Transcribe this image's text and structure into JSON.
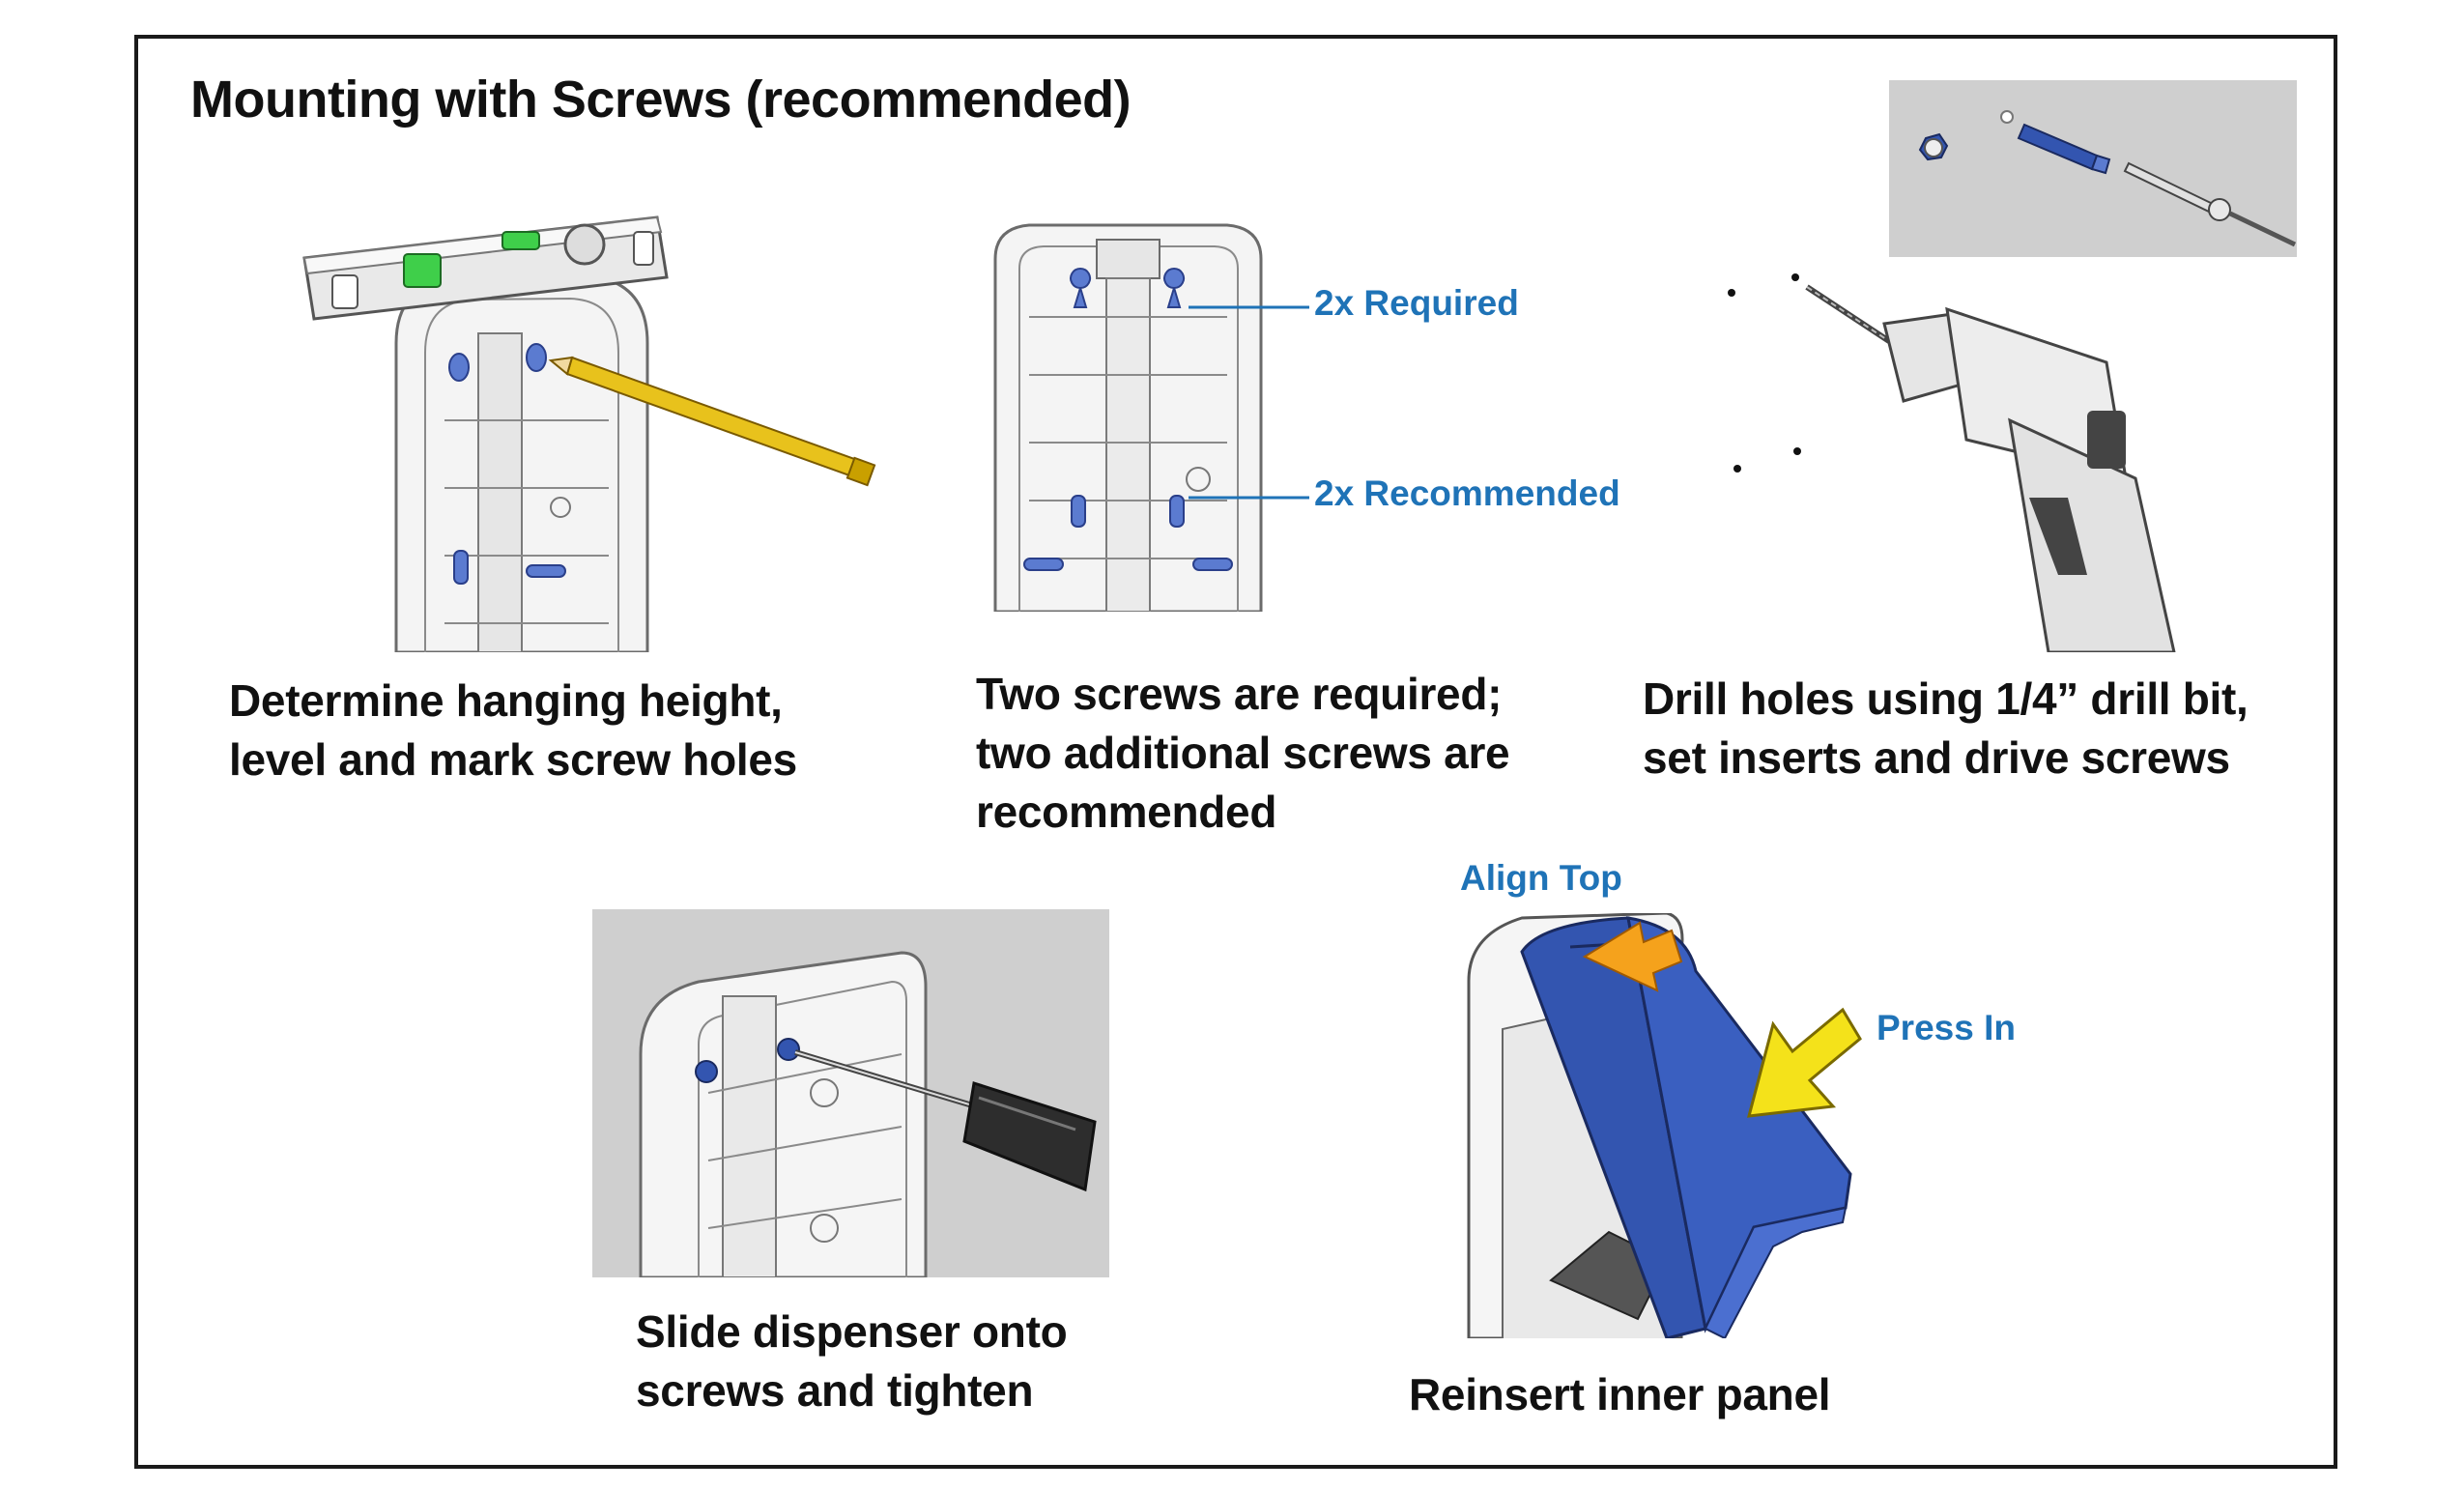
{
  "title": "Mounting with Screws (recommended)",
  "steps": [
    {
      "caption_lines": [
        "Determine hanging height,",
        "level and mark screw holes"
      ]
    },
    {
      "caption_lines": [
        "Two screws are required;",
        "two additional screws are",
        "recommended"
      ]
    },
    {
      "caption_lines": [
        "Drill holes using 1/4” drill bit,",
        "set inserts and drive screws"
      ]
    },
    {
      "caption_lines": [
        "Slide dispenser onto",
        "screws and tighten"
      ]
    },
    {
      "caption_lines": [
        "Reinsert inner panel"
      ]
    }
  ],
  "callouts": {
    "required": "2x Required",
    "recommended": "2x Recommended",
    "align_top": "Align Top",
    "press_in": "Press In"
  },
  "colors": {
    "callout_blue": "#1f73b7",
    "panel_blue": "#3355b0",
    "arrow_yellow": "#f4e21a",
    "arrow_orange": "#f5a21c",
    "pencil_yellow": "#e8c21c",
    "level_green": "#3fcf4a",
    "inset_gray": "#cfcfcf"
  },
  "icons": [
    "level-icon",
    "pencil-icon",
    "drill-icon",
    "screwdriver-icon",
    "wall-anchor-icon",
    "screw-icon"
  ]
}
